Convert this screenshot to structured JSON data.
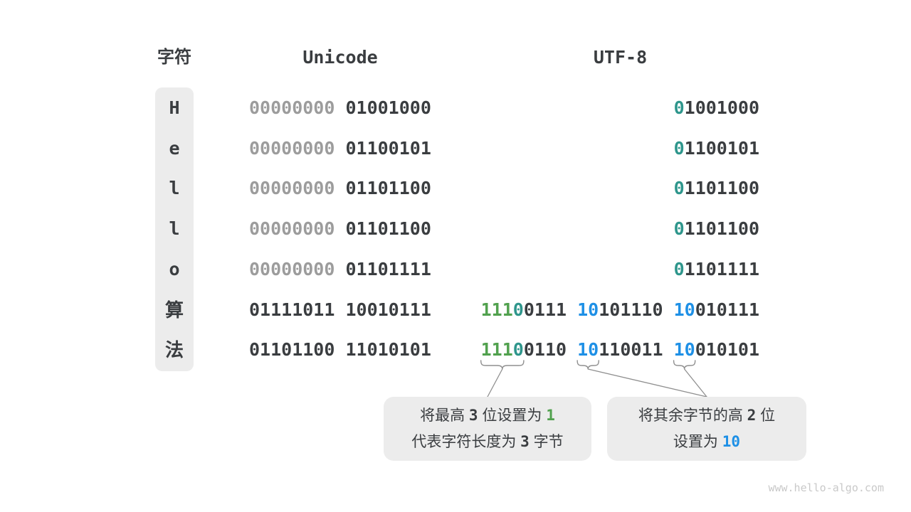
{
  "headers": {
    "char": "字符",
    "unicode": "Unicode",
    "utf8": "UTF-8"
  },
  "colors": {
    "dark": "#3a3d40",
    "gray": "#9c9c9c",
    "green": "#51a14e",
    "teal": "#2e968c",
    "blue": "#1e90e6",
    "pill_bg": "#ececec",
    "line_stroke": "#8f8f8f"
  },
  "rows": [
    {
      "char": "H",
      "char_type": "latin",
      "unicode": [
        {
          "t": "00000000",
          "c": "gy"
        },
        {
          "t": " 01001000",
          "c": ""
        }
      ],
      "utf8": [
        {
          "t": "0",
          "c": "tl"
        },
        {
          "t": "1001000",
          "c": ""
        }
      ]
    },
    {
      "char": "e",
      "char_type": "latin",
      "unicode": [
        {
          "t": "00000000",
          "c": "gy"
        },
        {
          "t": " 01100101",
          "c": ""
        }
      ],
      "utf8": [
        {
          "t": "0",
          "c": "tl"
        },
        {
          "t": "1100101",
          "c": ""
        }
      ]
    },
    {
      "char": "l",
      "char_type": "latin",
      "unicode": [
        {
          "t": "00000000",
          "c": "gy"
        },
        {
          "t": " 01101100",
          "c": ""
        }
      ],
      "utf8": [
        {
          "t": "0",
          "c": "tl"
        },
        {
          "t": "1101100",
          "c": ""
        }
      ]
    },
    {
      "char": "l",
      "char_type": "latin",
      "unicode": [
        {
          "t": "00000000",
          "c": "gy"
        },
        {
          "t": " 01101100",
          "c": ""
        }
      ],
      "utf8": [
        {
          "t": "0",
          "c": "tl"
        },
        {
          "t": "1101100",
          "c": ""
        }
      ]
    },
    {
      "char": "o",
      "char_type": "latin",
      "unicode": [
        {
          "t": "00000000",
          "c": "gy"
        },
        {
          "t": " 01101111",
          "c": ""
        }
      ],
      "utf8": [
        {
          "t": "0",
          "c": "tl"
        },
        {
          "t": "1101111",
          "c": ""
        }
      ]
    },
    {
      "char": "算",
      "char_type": "cjk",
      "unicode": [
        {
          "t": "01111011 10010111",
          "c": ""
        }
      ],
      "utf8": [
        {
          "t": "111",
          "c": "grn"
        },
        {
          "t": "0",
          "c": "tl"
        },
        {
          "t": "0111 ",
          "c": ""
        },
        {
          "t": "10",
          "c": "bl"
        },
        {
          "t": "101110 ",
          "c": ""
        },
        {
          "t": "10",
          "c": "bl"
        },
        {
          "t": "010111",
          "c": ""
        }
      ]
    },
    {
      "char": "法",
      "char_type": "cjk",
      "unicode": [
        {
          "t": "01101100 11010101",
          "c": ""
        }
      ],
      "utf8": [
        {
          "t": "111",
          "c": "grn"
        },
        {
          "t": "0",
          "c": "tl"
        },
        {
          "t": "0110 ",
          "c": ""
        },
        {
          "t": "10",
          "c": "bl"
        },
        {
          "t": "110011 ",
          "c": ""
        },
        {
          "t": "10",
          "c": "bl"
        },
        {
          "t": "010101",
          "c": ""
        }
      ]
    }
  ],
  "callouts": [
    {
      "lines": [
        [
          {
            "t": "将最高 ",
            "c": ""
          },
          {
            "t": "3",
            "c": "num"
          },
          {
            "t": " 位设置为 ",
            "c": ""
          },
          {
            "t": "1",
            "c": "num grn"
          }
        ],
        [
          {
            "t": "代表字符长度为 ",
            "c": ""
          },
          {
            "t": "3",
            "c": "num"
          },
          {
            "t": " 字节",
            "c": ""
          }
        ]
      ]
    },
    {
      "lines": [
        [
          {
            "t": "将其余字节的高 ",
            "c": ""
          },
          {
            "t": "2",
            "c": "num"
          },
          {
            "t": " 位",
            "c": ""
          }
        ],
        [
          {
            "t": "设置为 ",
            "c": ""
          },
          {
            "t": "10",
            "c": "num bl"
          }
        ]
      ]
    }
  ],
  "watermark": "www.hello-algo.com"
}
